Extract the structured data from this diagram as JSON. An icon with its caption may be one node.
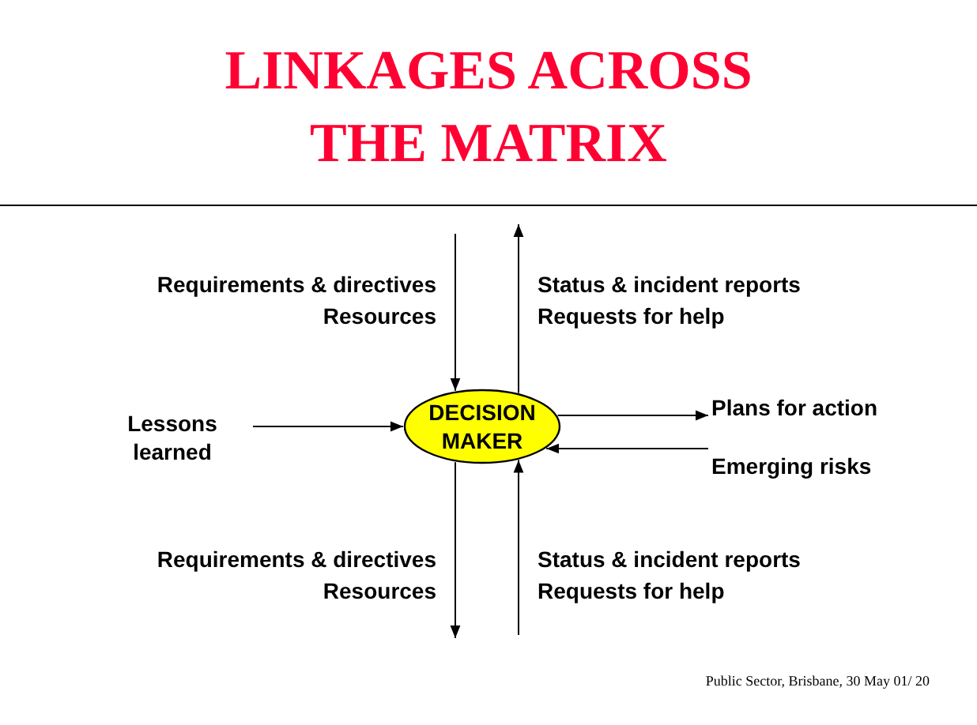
{
  "diagram": {
    "title": "LINKAGES ACROSS THE MATRIX",
    "nodes": [
      {
        "text": [
          "Lessons learned"
        ]
      },
      {
        "text": [
          "DECISION MAKER"
        ]
      },
      {
        "text": [
          "Plans for action"
        ]
      },
      {
        "text": [
          "Emerging risks"
        ]
      }
    ],
    "edges": [
      {
        "from": null,
        "to": 1,
        "arrow": "to",
        "label": "Requirements & directives Resources"
      },
      {
        "from": 1,
        "to": null,
        "arrow": "to",
        "label": "Status & incident reports Requests for help"
      },
      {
        "from": 1,
        "to": null,
        "arrow": "to",
        "label": "Requirements & directives Resources"
      },
      {
        "from": null,
        "to": 1,
        "arrow": "to",
        "label": "Status & incident reports Requests for help"
      },
      {
        "from": 0,
        "to": 1,
        "arrow": "to"
      },
      {
        "from": 1,
        "to": 2,
        "arrow": "to"
      },
      {
        "from": 3,
        "to": 1,
        "arrow": "to"
      }
    ],
    "labels": [
      "Public Sector, Brisbane, 30 May 01/ 20"
    ]
  }
}
